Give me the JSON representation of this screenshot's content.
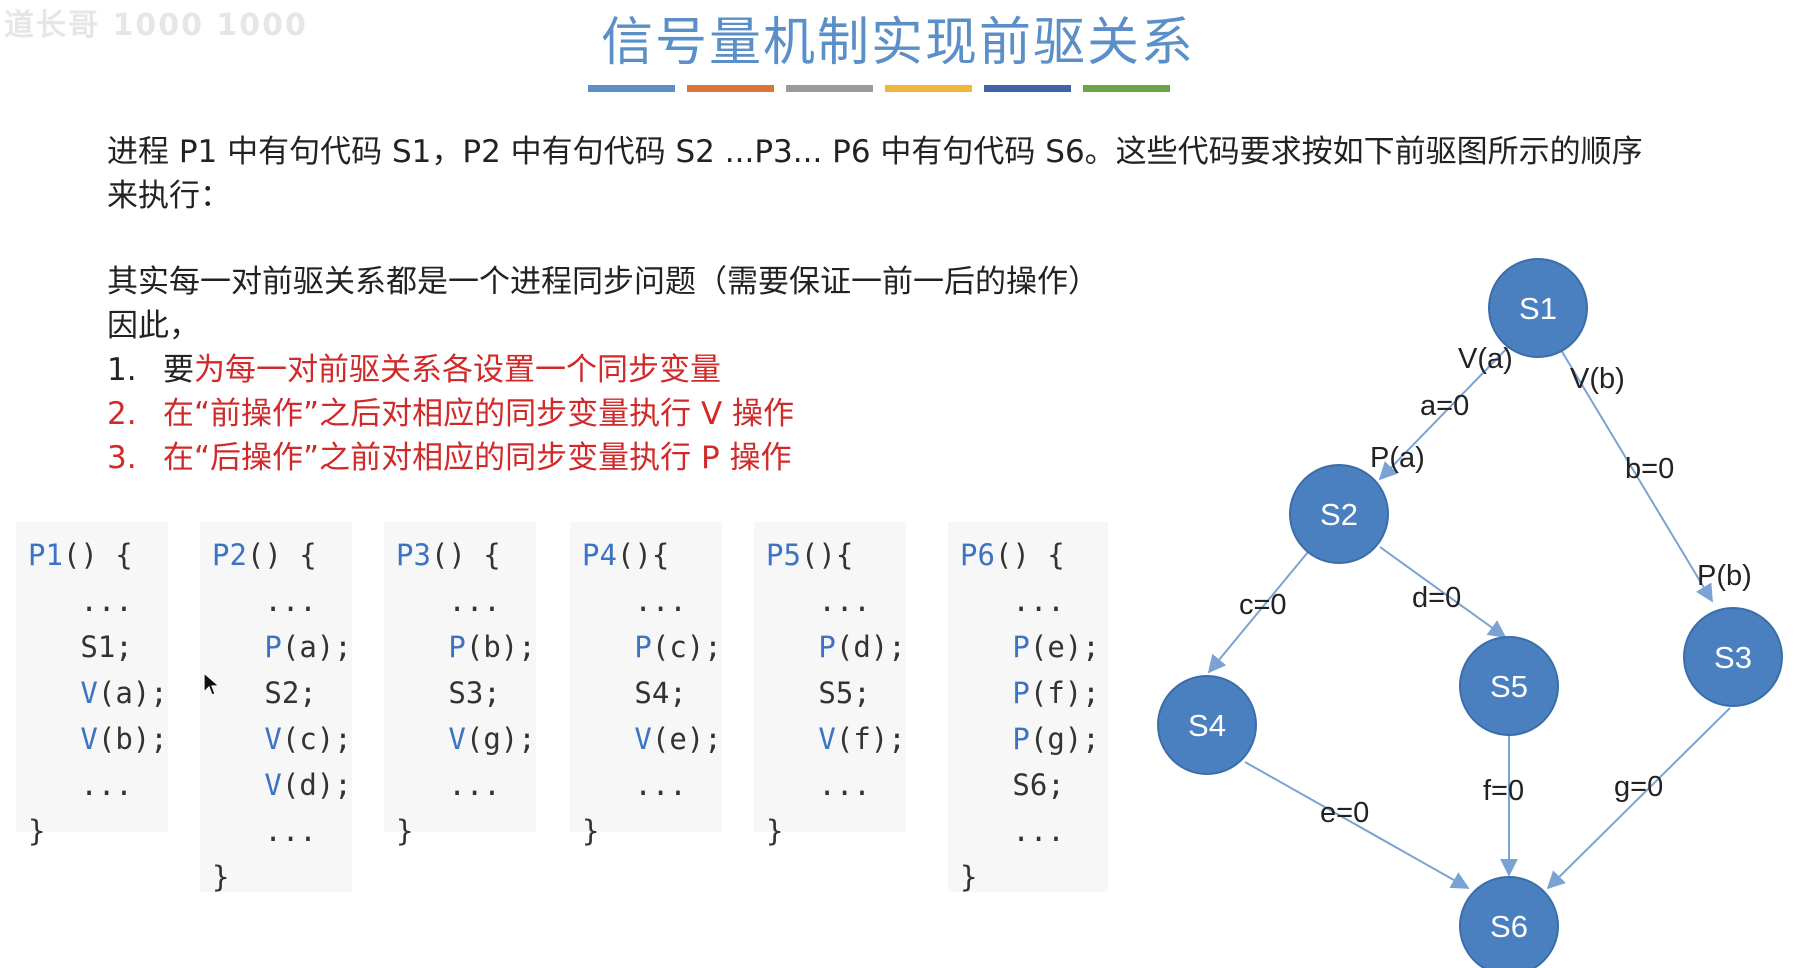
{
  "watermark": "道长哥 1000 1000",
  "title": "信号量机制实现前驱关系",
  "title_bar_colors": [
    "#5b8fc7",
    "#d9773a",
    "#9b9b9b",
    "#f0b73a",
    "#3f62a8",
    "#6aa444"
  ],
  "intro_text": "进程 P1 中有句代码 S1，P2 中有句代码 S2 ...P3... P6 中有句代码 S6。这些代码要求按如下前驱图所示的顺序来执行：",
  "explanation": {
    "line1": "其实每一对前驱关系都是一个进程同步问题（需要保证一前一后的操作）",
    "line2": "因此，",
    "item1_num": "1.",
    "item1_prefix": "要",
    "item1_red": "为每一对前驱关系各设置一个同步变量",
    "item2_num": "2.",
    "item2_text": "在“前操作”之后对相应的同步变量执行 V 操作",
    "item3_num": "3.",
    "item3_text": "在“后操作”之前对相应的同步变量执行 P 操作"
  },
  "code_blocks": [
    {
      "name": "P1",
      "header": "() {",
      "lines": [
        "...",
        "S1;",
        "V(a);",
        "V(b);",
        "..."
      ],
      "close": "}"
    },
    {
      "name": "P2",
      "header": "() {",
      "lines": [
        "...",
        "P(a);",
        "S2;",
        "V(c);",
        "V(d);",
        "..."
      ],
      "close": "}"
    },
    {
      "name": "P3",
      "header": "() {",
      "lines": [
        "...",
        "P(b);",
        "S3;",
        "V(g);",
        "..."
      ],
      "close": "}"
    },
    {
      "name": "P4",
      "header": "(){",
      "lines": [
        "...",
        "P(c);",
        "S4;",
        "V(e);",
        "..."
      ],
      "close": "}"
    },
    {
      "name": "P5",
      "header": "(){",
      "lines": [
        "...",
        "P(d);",
        "S5;",
        "V(f);",
        "..."
      ],
      "close": "}"
    },
    {
      "name": "P6",
      "header": "() {",
      "lines": [
        "...",
        "P(e);",
        "P(f);",
        "P(g);",
        "S6;",
        "..."
      ],
      "close": "}"
    }
  ],
  "graph": {
    "node_color": "#4a80c0",
    "edge_color": "#7aa3d4",
    "nodes": [
      "S1",
      "S2",
      "S3",
      "S4",
      "S5",
      "S6"
    ],
    "edge_labels": [
      "V(a)",
      "a=0",
      "P(a)",
      "V(b)",
      "b=0",
      "P(b)",
      "c=0",
      "d=0",
      "e=0",
      "f=0",
      "g=0"
    ]
  }
}
